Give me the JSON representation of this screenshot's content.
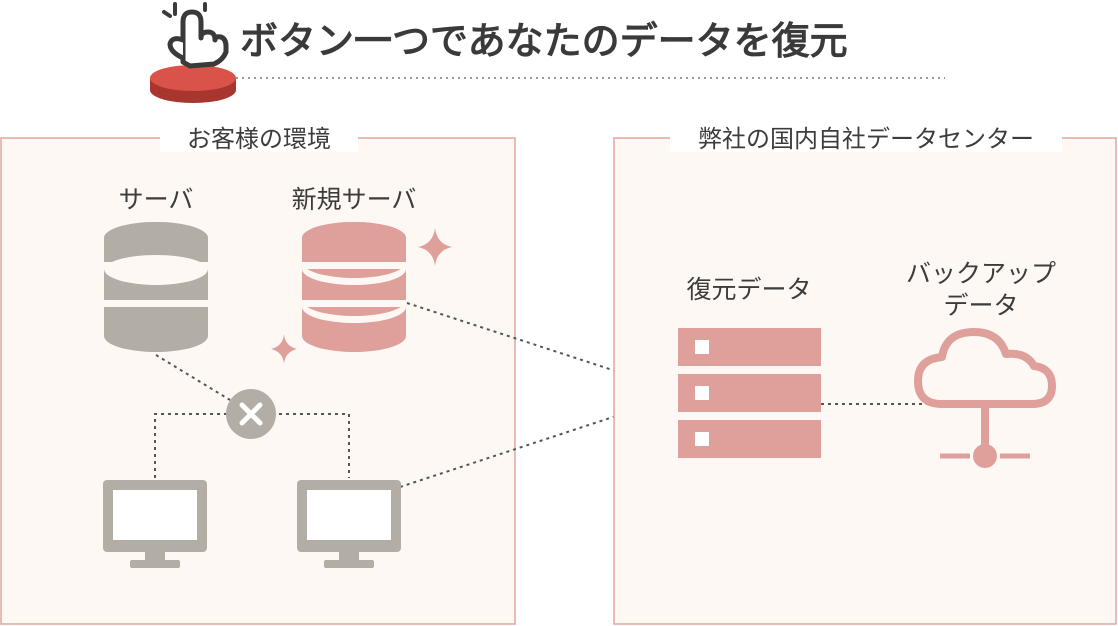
{
  "title": "ボタン一つであなたのデータを復元",
  "panels": {
    "customer": {
      "title": "お客様の環境",
      "server_label": "サーバ",
      "new_server_label": "新規サーバ"
    },
    "datacenter": {
      "title": "弊社の国内自社データセンター",
      "restore_label": "復元データ",
      "backup_label_line1": "バックアップ",
      "backup_label_line2": "データ"
    }
  },
  "colors": {
    "accent_red": "#d9534a",
    "pink": "#dfa09b",
    "gray": "#b3aea5",
    "panel_bg": "#fdf8f3",
    "panel_border": "#e2a59c"
  },
  "icons": {
    "pointer": "hand-pointer-icon",
    "button": "red-push-button-icon",
    "server_broken": "database-icon",
    "server_new": "database-icon",
    "failure": "close-icon",
    "pc": "monitor-icon",
    "rack": "server-rack-icon",
    "cloud": "cloud-network-icon",
    "sparkle": "sparkle-icon"
  }
}
